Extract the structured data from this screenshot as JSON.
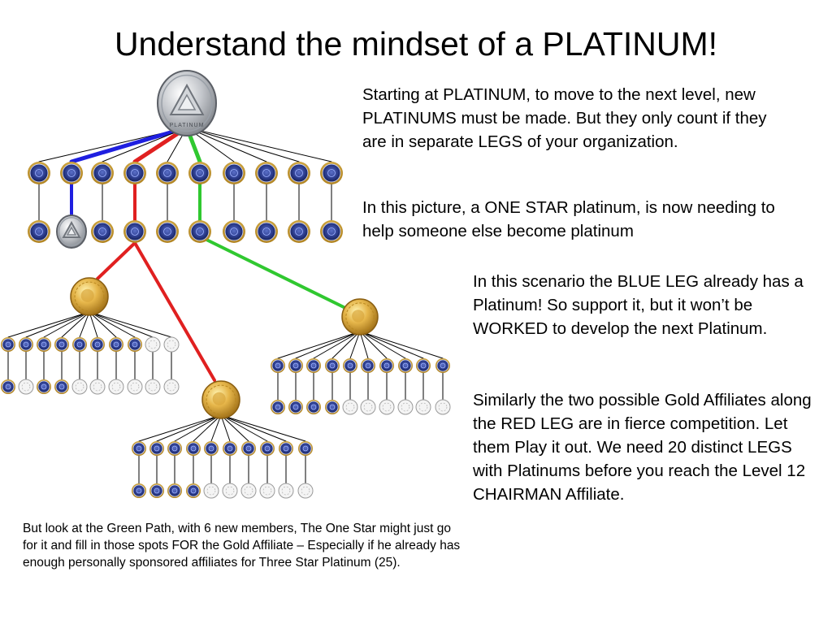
{
  "slide": {
    "title": "Understand the mindset of a PLATINUM!"
  },
  "text_blocks": {
    "platinum_rule": "Starting at PLATINUM, to move to the next level, new PLATINUMS must be made.  But they only count if they are in separate LEGS of your organization.",
    "one_star_note": "In this picture, a ONE STAR platinum, is now needing to help someone else become platinum",
    "blue_leg_note": "In this scenario the BLUE LEG already has a Platinum!  So support it, but it won’t be WORKED to develop the next Platinum.",
    "red_leg_note": "Similarly the two possible Gold Affiliates along the RED LEG are in fierce competition.  Let them Play it out.  We need 20 distinct LEGS with Platinums before you reach the Level 12 CHAIRMAN Affiliate.",
    "green_path_note": "But look at the Green Path, with 6 new members, The One Star might just go for it and fill in those spots FOR the Gold Affiliate – Especially if he already has enough personally sponsored affiliates for Three Star Platinum (25)."
  },
  "org_chart": {
    "root": {
      "rank": "platinum",
      "label": "PLATINUM"
    },
    "leg_colors": {
      "blue": "#1f1fe0",
      "red": "#e02020",
      "green": "#30c830",
      "neutral": "#000000"
    },
    "level1_count": 10,
    "level2_count": 10,
    "level2_platinum_index": 1,
    "gold_groups": [
      {
        "name": "gold-left",
        "connected_from": "red-leg",
        "top_row_filled": 8,
        "bottom_row_filled": 3,
        "pattern_bottom": [
          1,
          0,
          1,
          1,
          0,
          0,
          0,
          0,
          0,
          0
        ]
      },
      {
        "name": "gold-right",
        "connected_from": "green-leg",
        "top_row_filled": 10,
        "bottom_row_filled": 4
      },
      {
        "name": "gold-bottom",
        "connected_from": "red-leg",
        "top_row_filled": 10,
        "bottom_row_filled": 4
      }
    ]
  }
}
